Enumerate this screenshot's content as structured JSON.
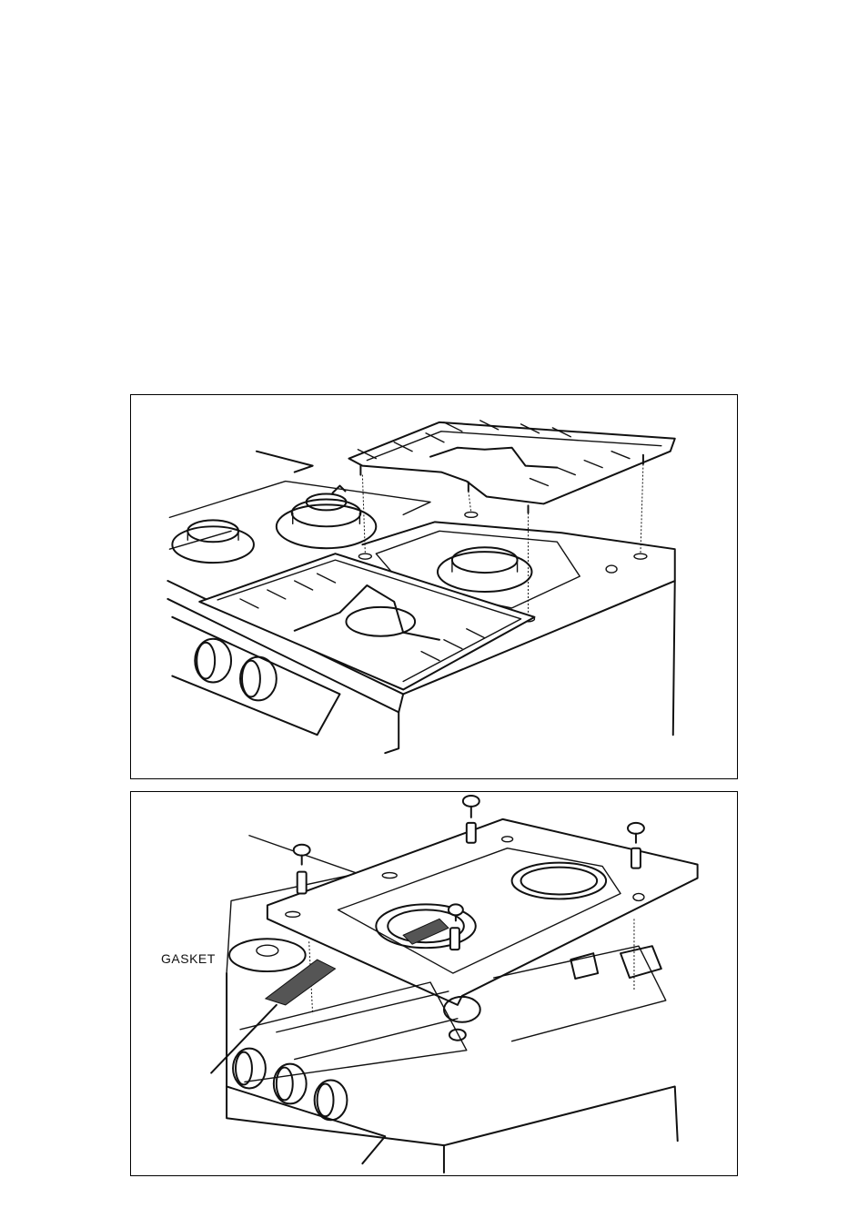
{
  "figures": [
    {
      "id": "fig-top",
      "labels": []
    },
    {
      "id": "fig-bottom",
      "labels": [
        {
          "key": "gasket",
          "text": "GASKET"
        }
      ]
    }
  ]
}
